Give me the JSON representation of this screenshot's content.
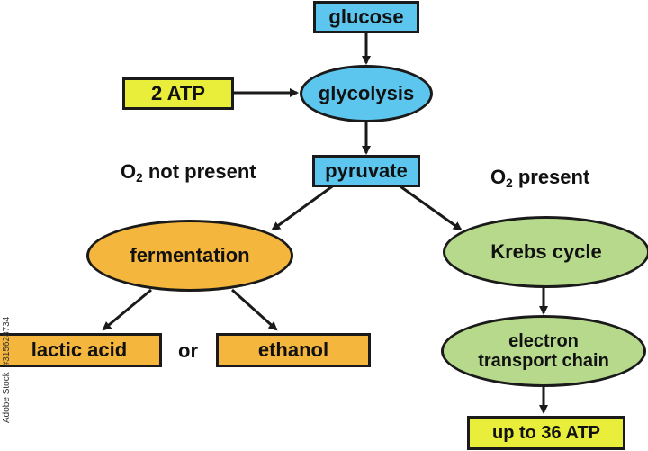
{
  "nodes": {
    "glucose": "glucose",
    "atp_in": "2 ATP",
    "glycolysis": "glycolysis",
    "pyruvate": "pyruvate",
    "fermentation": "fermentation",
    "lactic_acid": "lactic acid",
    "or": "or",
    "ethanol": "ethanol",
    "krebs": "Krebs cycle",
    "etc_line1": "electron",
    "etc_line2": "transport chain",
    "atp_out": "up to 36 ATP"
  },
  "conditions": {
    "o2_not_present": {
      "symbol": "O",
      "subscript": "2",
      "text": " not present"
    },
    "o2_present": {
      "symbol": "O",
      "subscript": "2",
      "text": " present"
    }
  },
  "watermark": {
    "brand": "Adobe Stock",
    "id": "#315628734"
  },
  "colors": {
    "blue": "#5cc6ee",
    "yellow": "#e9ee3a",
    "orange": "#f5b63d",
    "green": "#b6d98c",
    "outline": "#1a1a1a"
  }
}
